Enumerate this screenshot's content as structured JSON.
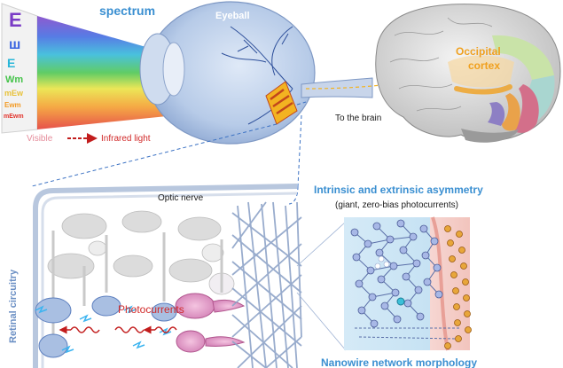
{
  "labels": {
    "spectrum": "spectrum",
    "eyeball": "Eyeball",
    "occipital_line1": "Occipital",
    "occipital_line2": "cortex",
    "to_brain": "To the brain",
    "visible": "Visible",
    "infrared": "Infrared light",
    "optic_nerve": "Optic nerve",
    "intrinsic": "Intrinsic and extrinsic asymmetry",
    "intrinsic_sub": "(giant, zero-bias photocurrents)",
    "retinal": "Retinal circuitry",
    "photocurrents": "Photocurrents",
    "nanowire": "Nanowire network morphology"
  },
  "eye_chart_letters": [
    "E",
    "ш",
    "E",
    "Wm",
    "mEw",
    "Ewm",
    "mEwm"
  ],
  "colors": {
    "title_blue": "#3a8fd1",
    "occipital_orange": "#f0a01e",
    "infrared_red": "#c21d1d",
    "eye_blue": "#9cb6dc",
    "neuron_pink": "#d98fbf",
    "dashed_blue": "#3d73c4"
  }
}
